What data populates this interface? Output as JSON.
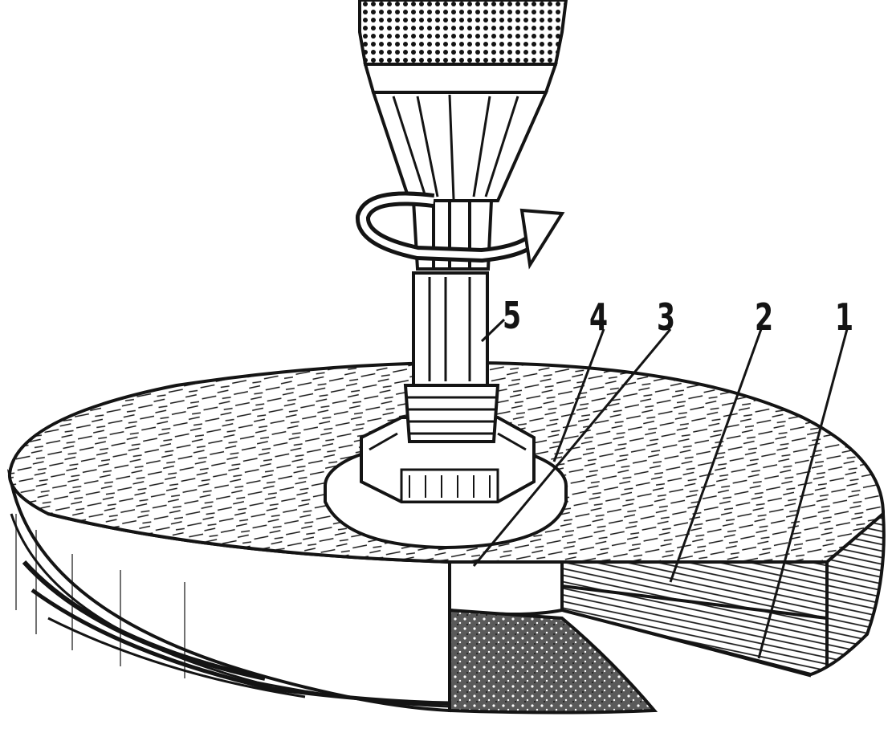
{
  "figure": {
    "labels": {
      "spindle": "5",
      "washer": "4",
      "clamp_disc": "3",
      "layer_middle": "2",
      "layer_base": "1"
    },
    "colors": {
      "ink": "#141414",
      "paper": "#ffffff",
      "abrasive": "#3a3a3a"
    },
    "icons": [
      "rotation-arrow-icon"
    ]
  }
}
